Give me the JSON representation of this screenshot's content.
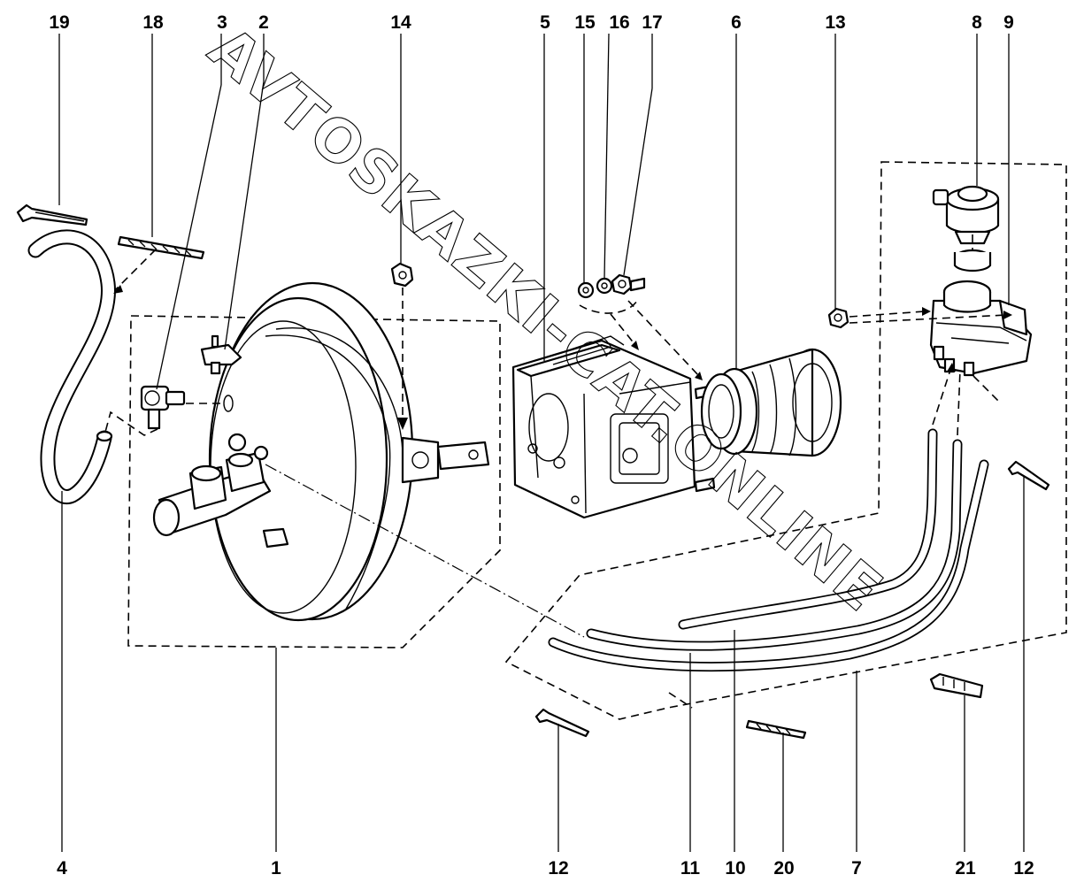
{
  "watermark": "AVTOSKAZKI-CAT.ONLINE",
  "callouts": {
    "top": [
      "19",
      "18",
      "3",
      "2",
      "14",
      "5",
      "15",
      "16",
      "17",
      "6",
      "13",
      "8",
      "9"
    ],
    "bottom": [
      "4",
      "1",
      "12",
      "11",
      "10",
      "20",
      "7",
      "21",
      "12"
    ]
  },
  "parts": [
    {
      "ref": "1",
      "name": "brake-servo-assembly"
    },
    {
      "ref": "2",
      "name": "check-valve"
    },
    {
      "ref": "3",
      "name": "brake-fluid-fitting"
    },
    {
      "ref": "4",
      "name": "vacuum-hose"
    },
    {
      "ref": "5",
      "name": "servo-mounting-bracket"
    },
    {
      "ref": "6",
      "name": "bellows-boot"
    },
    {
      "ref": "7",
      "name": "brake-pipe"
    },
    {
      "ref": "8",
      "name": "reservoir-cap"
    },
    {
      "ref": "9",
      "name": "fluid-reservoir"
    },
    {
      "ref": "10",
      "name": "brake-pipe"
    },
    {
      "ref": "11",
      "name": "brake-pipe"
    },
    {
      "ref": "12",
      "name": "cable-tie"
    },
    {
      "ref": "13",
      "name": "nut"
    },
    {
      "ref": "14",
      "name": "nut"
    },
    {
      "ref": "15",
      "name": "washer"
    },
    {
      "ref": "16",
      "name": "spring-washer"
    },
    {
      "ref": "17",
      "name": "nut"
    },
    {
      "ref": "18",
      "name": "clamp-strap"
    },
    {
      "ref": "19",
      "name": "cable-tie"
    },
    {
      "ref": "20",
      "name": "clamp-strap"
    },
    {
      "ref": "21",
      "name": "pipe-clip"
    }
  ]
}
